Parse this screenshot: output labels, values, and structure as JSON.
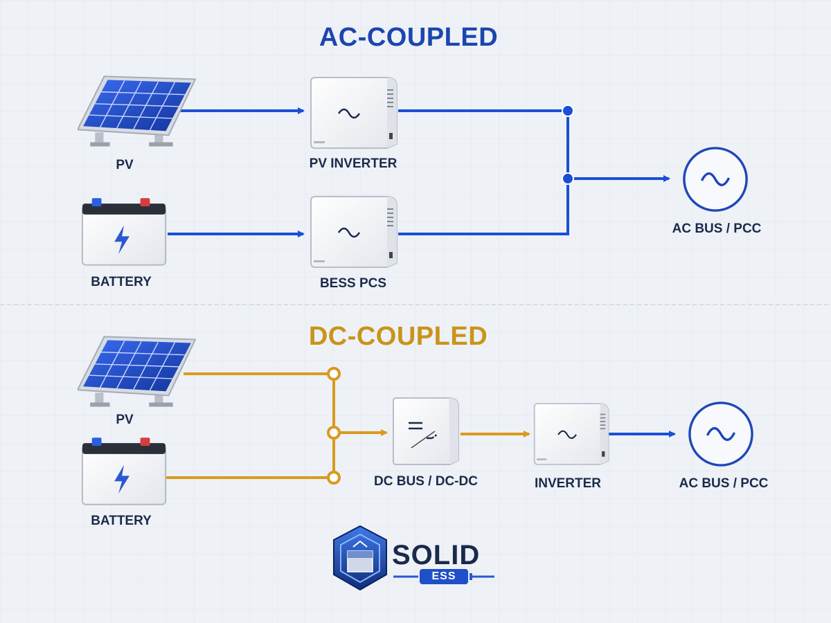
{
  "ac_section": {
    "title": "AC-COUPLED",
    "labels": {
      "pv": "PV",
      "pv_inverter": "PV INVERTER",
      "battery": "BATTERY",
      "bess_pcs": "BESS PCS",
      "ac_bus": "AC BUS / PCC"
    }
  },
  "dc_section": {
    "title": "DC-COUPLED",
    "labels": {
      "pv": "PV",
      "battery": "BATTERY",
      "dc_bus": "DC BUS / DC-DC",
      "inverter": "INVERTER",
      "ac_bus": "AC BUS / PCC"
    }
  },
  "logo": {
    "name": "SOLID",
    "sub": "ESS"
  },
  "colors": {
    "ac_line": "#1a4fd6",
    "dc_line": "#d99a1e",
    "ac_title": "#1c45b0",
    "dc_title": "#c99418",
    "device_body": "#f6f7f9",
    "panel_blue": "#1f4fc9",
    "label_text": "#1b2a4a"
  },
  "icons": {
    "solar_panel": "solar-panel-icon",
    "battery": "battery-icon",
    "inverter": "inverter-icon",
    "dc_converter": "dc-dc-converter-icon",
    "ac_grid": "ac-sine-circle-icon"
  }
}
